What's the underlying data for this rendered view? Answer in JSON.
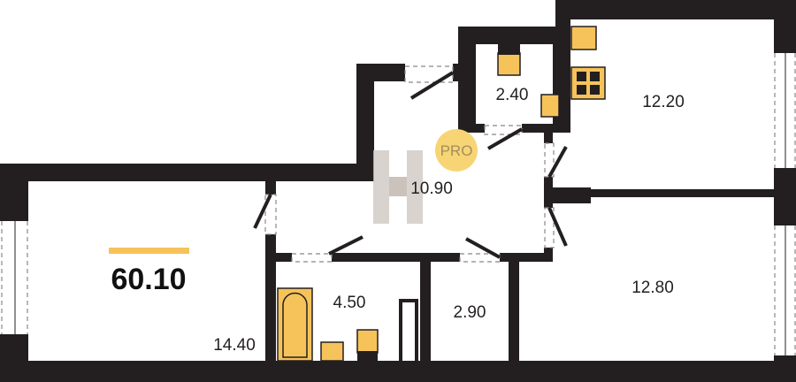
{
  "plan": {
    "total_area": "60.10",
    "badge": "PRO",
    "rooms": [
      {
        "id": "living",
        "area": "14.40"
      },
      {
        "id": "hall",
        "area": "10.90"
      },
      {
        "id": "toilet",
        "area": "2.40"
      },
      {
        "id": "kitchen",
        "area": "12.20"
      },
      {
        "id": "bathroom",
        "area": "4.50"
      },
      {
        "id": "storage",
        "area": "2.90"
      },
      {
        "id": "bedroom",
        "area": "12.80"
      }
    ]
  },
  "colors": {
    "wall": "#231f20",
    "accent": "#f6c35b",
    "badge": "#f7d574"
  }
}
